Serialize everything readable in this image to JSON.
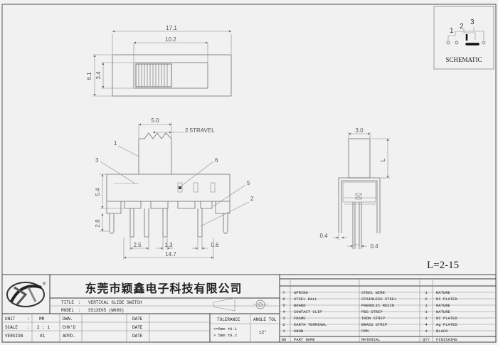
{
  "drawing": {
    "top_view": {
      "overall_width": "17.1",
      "lever_width": "10.2",
      "height": "6.1",
      "inner_height": "3.4"
    },
    "front_view": {
      "pitch_top": "5.0",
      "travel": "2.5TRAVEL",
      "height": "5.4",
      "pin_length": "2.8",
      "pin_pitch": "2.5",
      "pin_width": "1.3",
      "pin_thickness": "0.6",
      "overall_width": "14.7",
      "callouts": [
        "1",
        "3",
        "6",
        "5",
        "2"
      ]
    },
    "side_view": {
      "width": "3.0",
      "pin_a": "0.4",
      "pin_b": "0.4",
      "height_label": "L"
    },
    "length_note": "L=2-15",
    "schematic": {
      "label": "SCHEMATIC",
      "pins": [
        "1",
        "2",
        "3"
      ]
    }
  },
  "title_block": {
    "company": "东莞市颖鑫电子科技有限公司",
    "title_label": "TITLE",
    "title_value": "VERTICAL SLIDE SWITCH",
    "model_label": "MODEL",
    "model_value": "SS13E05  (W009)",
    "unit_label": "UNIT",
    "unit_value": "MM",
    "scale_label": "SCALE",
    "scale_value": "2 : 1",
    "version_label": "VERSION",
    "version_value": "01",
    "dwn_label": "DWN.",
    "chkd_label": "CHK'D",
    "appd_label": "APPD.",
    "date_label": "DATE",
    "tolerance_label": "TOLERANCE",
    "angle_tol_label": "ANGLE TOL",
    "tol_line1": "<=5mm ±0.1",
    "tol_line2": "> 5mm ±0.2",
    "angle_tol_value": "±2°"
  },
  "parts_table": {
    "headers": {
      "no": "NO",
      "part_name": "PART NAME",
      "material": "MATERIAL",
      "qty": "QTY",
      "finishing": "FINISHING"
    },
    "rows": [
      {
        "no": "7",
        "name": "SPRING",
        "material": "STEEL WIRE",
        "qty": "1",
        "finishing": "NATURE"
      },
      {
        "no": "6",
        "name": "STEEL BALL",
        "material": "STAINLESS STEEL",
        "qty": "2",
        "finishing": "NI PLATED"
      },
      {
        "no": "5",
        "name": "BOARD",
        "material": "PHENOLIC RESIN",
        "qty": "1",
        "finishing": "NATURE"
      },
      {
        "no": "4",
        "name": "CONTACT CLIP",
        "material": "PBS STRIP",
        "qty": "1",
        "finishing": "NATURE"
      },
      {
        "no": "3",
        "name": "FRAME",
        "material": "IRON STRIP",
        "qty": "1",
        "finishing": "NI PLATED"
      },
      {
        "no": "2",
        "name": "EARTH TERMINAL",
        "material": "BRASS STRIP",
        "qty": "4",
        "finishing": "Ag PLATED"
      },
      {
        "no": "1",
        "name": "KNOB",
        "material": "POM",
        "qty": "1",
        "finishing": "BLACK"
      }
    ]
  }
}
